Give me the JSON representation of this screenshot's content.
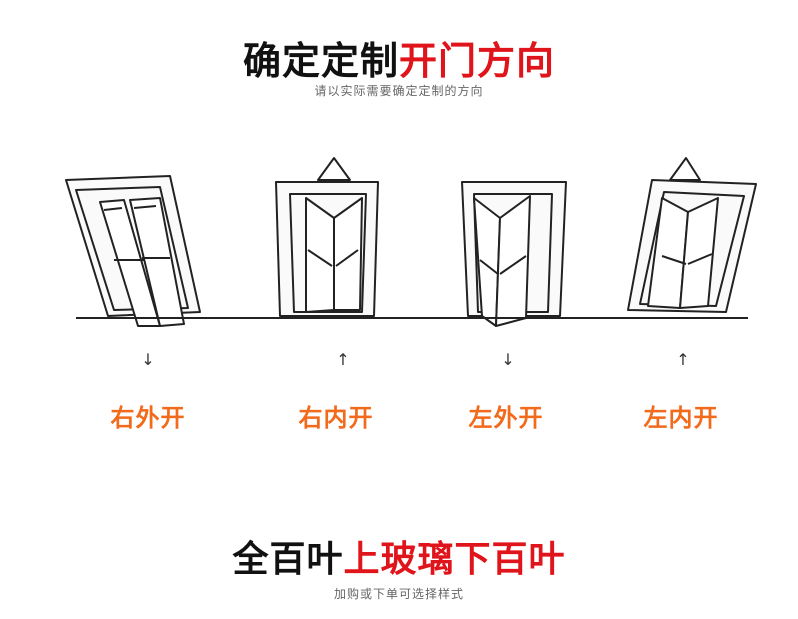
{
  "header": {
    "title_black": "确定定制",
    "title_red": "开门方向",
    "subtitle": "请以实际需要确定定制的方向"
  },
  "doors": [
    {
      "label": "右外开",
      "arrow": "↓"
    },
    {
      "label": "右内开",
      "arrow": "↑"
    },
    {
      "label": "左外开",
      "arrow": "↓"
    },
    {
      "label": "左内开",
      "arrow": "↑"
    }
  ],
  "footer": {
    "title_black": "全百叶",
    "title_red": "上玻璃下百叶",
    "subtitle": "加购或下单可选择样式"
  },
  "colors": {
    "accent_red": "#e0141b",
    "label_orange": "#f26a1b",
    "line": "#222222"
  }
}
